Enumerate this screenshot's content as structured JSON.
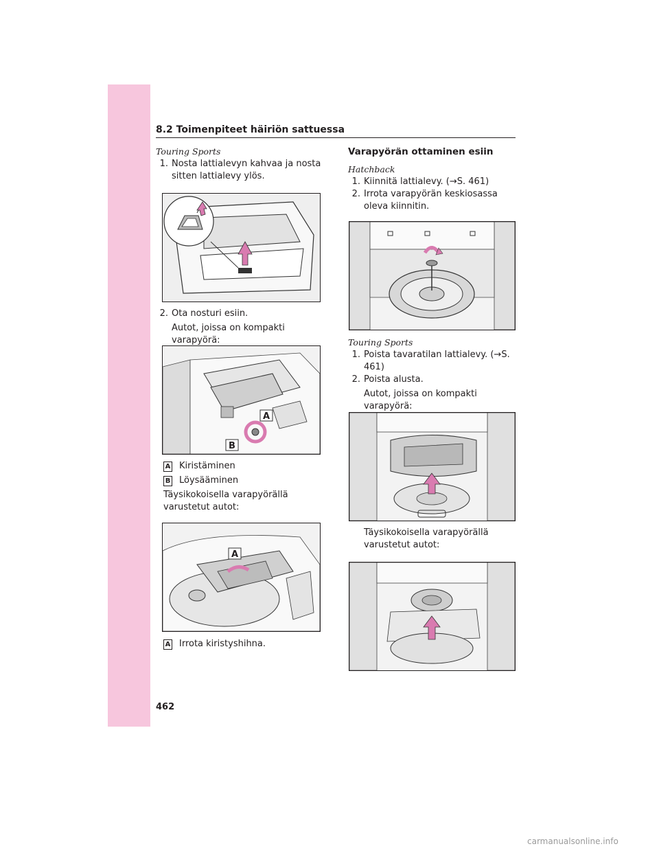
{
  "header": {
    "section": "8.2 Toimenpiteet häiriön sattuessa"
  },
  "left": {
    "variant1": "Touring Sports",
    "step1_num": "1.",
    "step1": "Nosta lattialevyn kahvaa ja nosta sitten lattialevy ylös.",
    "step2_num": "2.",
    "step2": "Ota nosturi esiin.",
    "note_compact": "Autot, joissa on kompakti varapyörä:",
    "label_a": "A",
    "label_a_text": "Kiristäminen",
    "label_b": "B",
    "label_b_text": "Löysääminen",
    "note_full": "Täysikokoisella varapyörällä varustetut autot:",
    "label_a2": "A",
    "label_a2_text": "Irrota kiristyshihna."
  },
  "right": {
    "heading": "Varapyörän ottaminen esiin",
    "variant1": "Hatchback",
    "step1_num": "1.",
    "step1": "Kiinnitä lattialevy. (→S. 461)",
    "step2_num": "2.",
    "step2": "Irrota varapyörän keskiosassa oleva kiinnitin.",
    "variant2": "Touring Sports",
    "step3_num": "1.",
    "step3": "Poista tavaratilan lattialevy. (→S. 461)",
    "step4_num": "2.",
    "step4": "Poista alusta.",
    "note_compact": "Autot, joissa on kompakti varapyörä:",
    "note_full": "Täysikokoisella varapyörällä varustetut autot:"
  },
  "figure_labels": {
    "a": "A",
    "b": "B"
  },
  "page": {
    "number": "462"
  },
  "watermark": "carmanualsonline.info",
  "colors": {
    "margin_band": "#f7c6dd",
    "arrow_fill": "#d97bb0"
  }
}
